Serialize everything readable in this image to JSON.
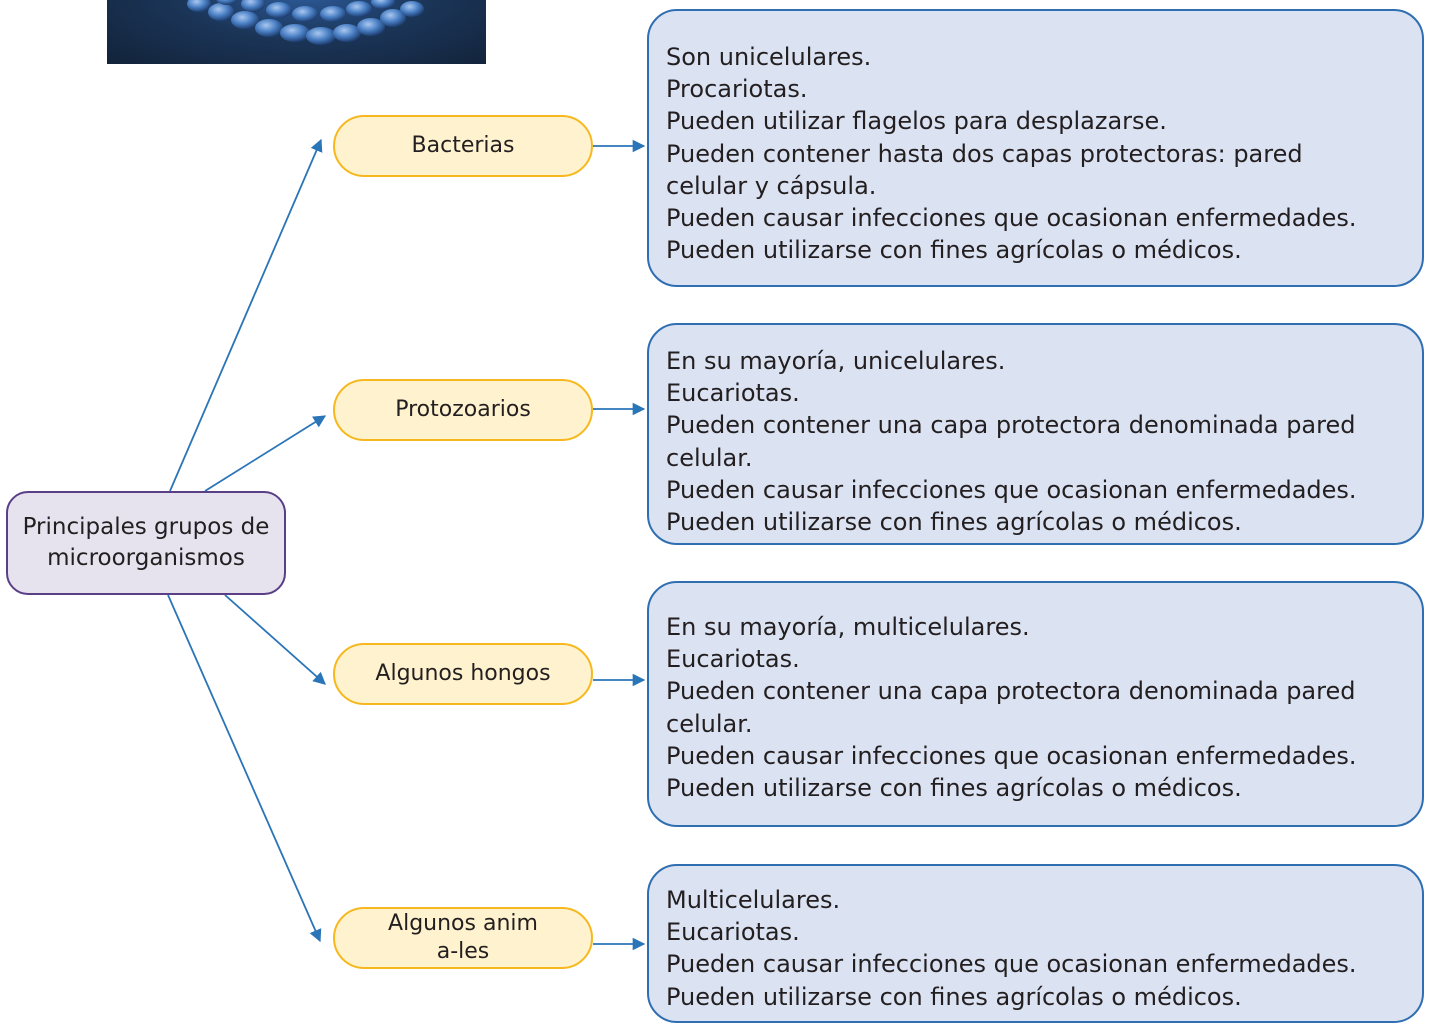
{
  "root": {
    "label": "Principales grupos de microorganismos"
  },
  "groups": [
    {
      "label": "Bacterias",
      "facts": [
        "Son unicelulares.",
        "Procariotas.",
        "Pueden utilizar flagelos para desplazarse.",
        "Pueden contener hasta dos capas protectoras: pared celular y cápsula.",
        "Pueden causar infecciones que ocasionan enfermedades.",
        "Pueden utilizarse con fines agrícolas o médicos."
      ]
    },
    {
      "label": "Protozoarios",
      "facts": [
        "En su mayoría, unicelulares.",
        "Eucariotas.",
        "Pueden contener una capa protectora denominada pared celular.",
        "Pueden causar infecciones que ocasionan enfermedades.",
        "Pueden utilizarse con fines agrícolas o médicos."
      ]
    },
    {
      "label": "Algunos hongos",
      "facts": [
        "En su mayoría, multicelulares.",
        "Eucariotas.",
        "Pueden contener una capa protectora denominada pared celular.",
        "Pueden causar infecciones que ocasionan enfermedades.",
        "Pueden utilizarse con fines agrícolas o médicos."
      ]
    },
    {
      "label": "Algunos anima-les",
      "facts": [
        "Multicelulares.",
        "Eucariotas.",
        "Pueden causar infecciones que ocasionan enfermedades.",
        "Pueden utilizarse con fines agrícolas o médicos."
      ]
    }
  ],
  "colors": {
    "root_border": "#5b3f86",
    "root_fill": "#e6e3ef",
    "pill_border": "#f6b81d",
    "pill_fill": "#fff2cf",
    "box_border": "#2f6fb1",
    "box_fill": "#dbe2f2",
    "arrow": "#2a74b8"
  }
}
